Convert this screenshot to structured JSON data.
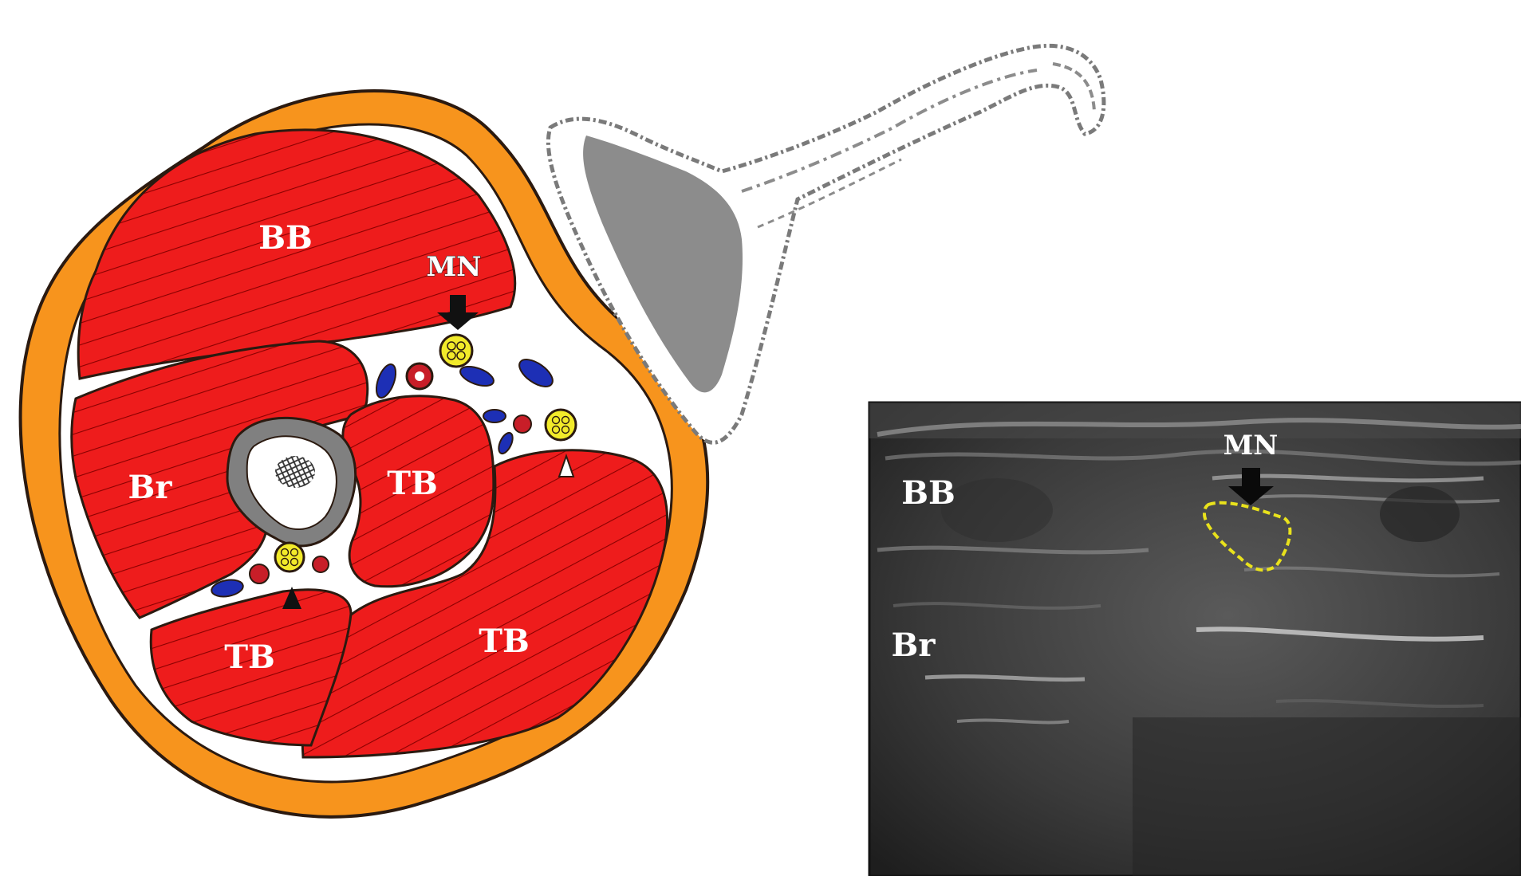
{
  "diagram": {
    "cross_section": {
      "labels": {
        "bb": "BB",
        "mn": "MN",
        "br": "Br",
        "tb_medial": "TB",
        "tb_inferior": "TB",
        "tb_lateral": "TB"
      }
    },
    "ultrasound": {
      "labels": {
        "mn": "MN",
        "bb": "BB",
        "br": "Br"
      }
    },
    "colors": {
      "skin_fat": "#f7941d",
      "muscle": "#ee1c1c",
      "muscle_stripe": "#8a0000",
      "fascia": "#ffffff",
      "bone_cortex": "#808080",
      "nerve": "#f2ea2a",
      "artery": "#c81e28",
      "vein": "#1d2fb5",
      "outline": "#2b1a10",
      "probe": "#8c8c8c",
      "ultrasound_bg": "#2a2a2a",
      "nerve_trace": "#e9e21c"
    }
  }
}
